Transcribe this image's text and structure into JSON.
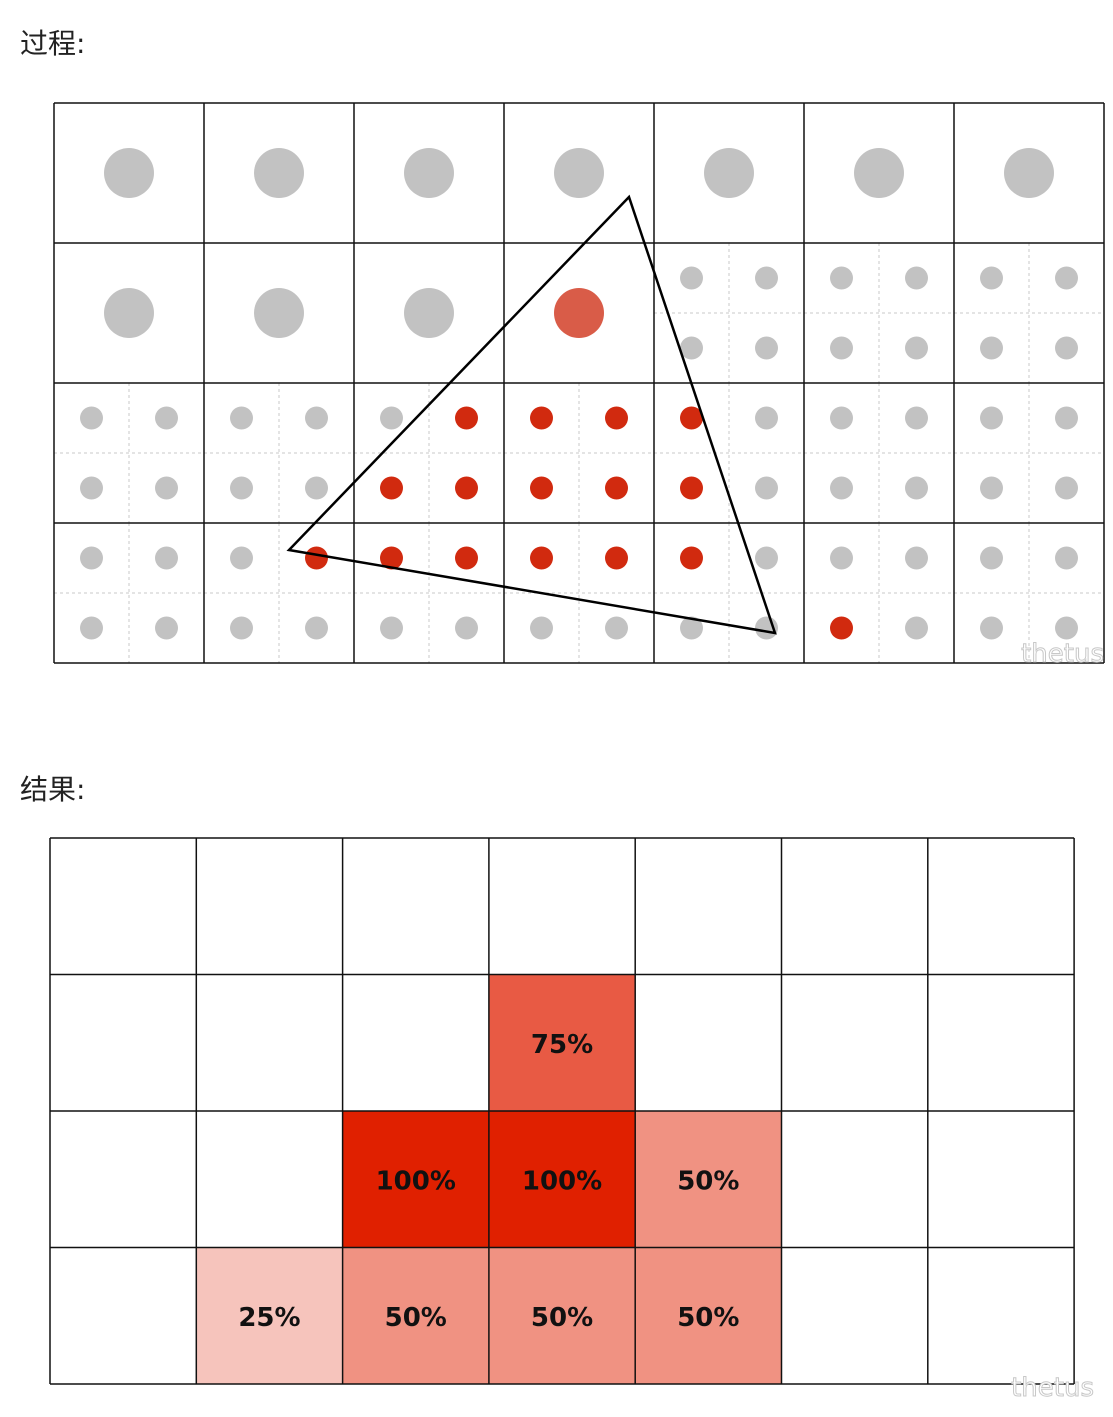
{
  "process_title": "过程:",
  "result_title": "结果:",
  "watermark": "thetus",
  "colors": {
    "sample_off": "#c2c2c2",
    "sample_on": "#d12a0f",
    "sample_center_on": "#d95c48",
    "grid": "#111111",
    "subgrid": "#c8c8c8"
  },
  "process": {
    "cols": 7,
    "rows": 4,
    "sub_cols_ranges_note": "",
    "subsampled_cells": [
      [
        0,
        0,
        0,
        0,
        0,
        0,
        0
      ],
      [
        0,
        0,
        0,
        0,
        1,
        1,
        1
      ],
      [
        1,
        1,
        1,
        1,
        1,
        1,
        1
      ],
      [
        1,
        1,
        1,
        1,
        1,
        1,
        1
      ]
    ],
    "lit_single_cells": [
      [
        1,
        3
      ]
    ],
    "lit_subsamples": [
      [
        2,
        2,
        0,
        1
      ],
      [
        2,
        3,
        0,
        0
      ],
      [
        2,
        3,
        0,
        1
      ],
      [
        2,
        4,
        0,
        0
      ],
      [
        2,
        2,
        1,
        0
      ],
      [
        2,
        2,
        1,
        1
      ],
      [
        2,
        3,
        1,
        0
      ],
      [
        2,
        3,
        1,
        1
      ],
      [
        2,
        4,
        1,
        0
      ],
      [
        3,
        1,
        0,
        1
      ],
      [
        3,
        2,
        0,
        0
      ],
      [
        3,
        2,
        0,
        1
      ],
      [
        3,
        3,
        0,
        0
      ],
      [
        3,
        3,
        0,
        1
      ],
      [
        3,
        4,
        0,
        0
      ],
      [
        3,
        5,
        1,
        0
      ]
    ]
  },
  "result": {
    "cols": 7,
    "rows": 4,
    "cells": [
      {
        "row": 1,
        "col": 3,
        "label": "75%",
        "coverage": 0.75
      },
      {
        "row": 2,
        "col": 2,
        "label": "100%",
        "coverage": 1.0
      },
      {
        "row": 2,
        "col": 3,
        "label": "100%",
        "coverage": 1.0
      },
      {
        "row": 2,
        "col": 4,
        "label": "50%",
        "coverage": 0.5
      },
      {
        "row": 3,
        "col": 1,
        "label": "25%",
        "coverage": 0.25
      },
      {
        "row": 3,
        "col": 2,
        "label": "50%",
        "coverage": 0.5
      },
      {
        "row": 3,
        "col": 3,
        "label": "50%",
        "coverage": 0.5
      },
      {
        "row": 3,
        "col": 4,
        "label": "50%",
        "coverage": 0.5
      }
    ]
  }
}
